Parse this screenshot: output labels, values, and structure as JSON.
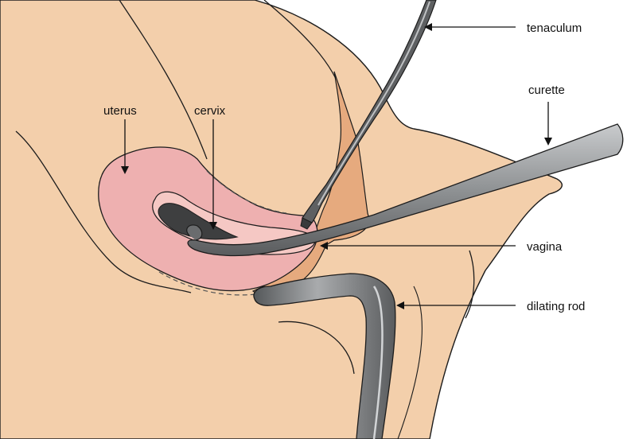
{
  "labels": {
    "tenaculum": "tenaculum",
    "curette": "curette",
    "uterus": "uterus",
    "cervix": "cervix",
    "vagina": "vagina",
    "dilating_rod": "dilating rod"
  },
  "colors": {
    "skin": "#f3cfab",
    "uterus_pink": "#eeb0b0",
    "uterus_inner": "#f5c8c4",
    "vaginal_wall": "#e6aa7e",
    "instrument_dark": "#5e6062",
    "instrument_mid": "#8e9193",
    "instrument_light": "#c4c6c8",
    "outline": "#1c1c1c"
  }
}
